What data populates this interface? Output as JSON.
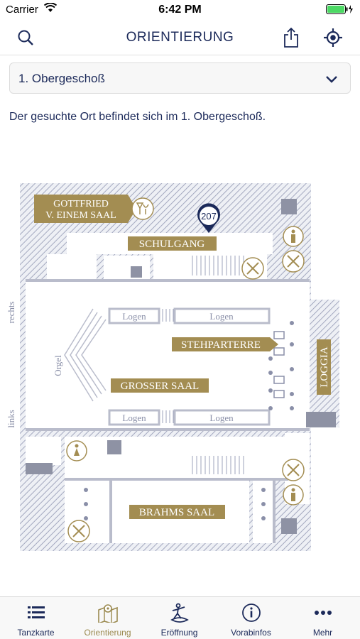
{
  "status_bar": {
    "carrier": "Carrier",
    "time": "6:42 PM"
  },
  "nav": {
    "title": "ORIENTIERUNG",
    "icons": [
      "search-icon",
      "share-icon",
      "locate-icon"
    ]
  },
  "floor_select": {
    "value": "1. Obergeschoß"
  },
  "info_text": "Der gesuchte Ort befindet sich im 1. Obergeschoß.",
  "map": {
    "marker": "207",
    "labels": {
      "gottfried_1": "GOTTFRIED",
      "gottfried_2": "V. EINEM SAAL",
      "schulgang": "SCHULGANG",
      "stehparterre": "STEHPARTERRE",
      "loggia": "LOGGIA",
      "grosser_saal": "GROSSER SAAL",
      "brahms_saal": "BRAHMS SAAL",
      "logen": "Logen",
      "orgel": "Orgel",
      "rechts": "rechts",
      "links": "links"
    },
    "colors": {
      "gold": "#a38d52",
      "wall": "#b9bccb",
      "hatch": "#9ea3bb",
      "navy": "#1c2a5a"
    }
  },
  "tabs": [
    {
      "label": "Tanzkarte",
      "icon": "list-icon"
    },
    {
      "label": "Orientierung",
      "icon": "map-icon",
      "active": true
    },
    {
      "label": "Eröffnung",
      "icon": "dancer-icon"
    },
    {
      "label": "Vorabinfos",
      "icon": "info-icon"
    },
    {
      "label": "Mehr",
      "icon": "more-icon"
    }
  ]
}
